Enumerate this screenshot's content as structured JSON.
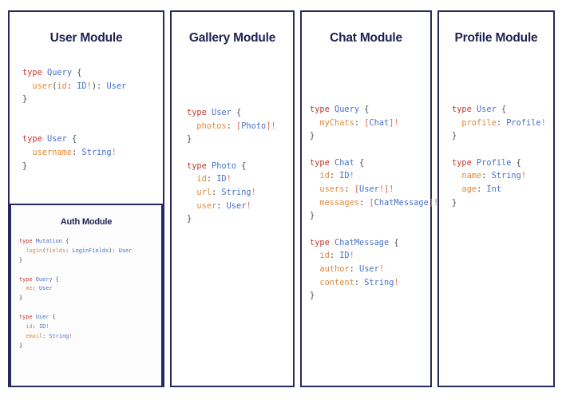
{
  "page": {
    "background": "#ffffff",
    "border_color": "#272a5e",
    "title_color": "#1e2150"
  },
  "syntax_colors": {
    "keyword": "#c0392f",
    "type_name": "#4670c8",
    "field_name": "#e08a3c",
    "punctuation": "#4a4a55",
    "non_null_marker": "#e0685c"
  },
  "modules": [
    {
      "id": "user",
      "title": "User Module",
      "code_lines": [
        "type Query {",
        "  user(id: ID!): User",
        "}",
        "",
        "",
        "type User {",
        "  username: String!",
        "}"
      ],
      "nested": {
        "id": "auth",
        "title": "Auth Module",
        "code_lines": [
          "type Mutation {",
          "  login(fields: LoginFields): User",
          "}",
          "",
          "type Query {",
          "  me: User",
          "}",
          "",
          "type User {",
          "  id: ID!",
          "  email: String!",
          "}"
        ]
      }
    },
    {
      "id": "gallery",
      "title": "Gallery Module",
      "code_lines": [
        "type User {",
        "  photos: [Photo]!",
        "}",
        "",
        "type Photo {",
        "  id: ID!",
        "  url: String!",
        "  user: User!",
        "}"
      ]
    },
    {
      "id": "chat",
      "title": "Chat Module",
      "code_lines": [
        "type Query {",
        "  myChats: [Chat]!",
        "}",
        "",
        "type Chat {",
        "  id: ID!",
        "  users: [User!]!",
        "  messages: [ChatMessage]!",
        "}",
        "",
        "type ChatMessage {",
        "  id: ID!",
        "  author: User!",
        "  content: String!",
        "}"
      ]
    },
    {
      "id": "profile",
      "title": "Profile Module",
      "code_lines": [
        "type User {",
        "  profile: Profile!",
        "}",
        "",
        "type Profile {",
        "  name: String!",
        "  age: Int",
        "}"
      ]
    }
  ]
}
